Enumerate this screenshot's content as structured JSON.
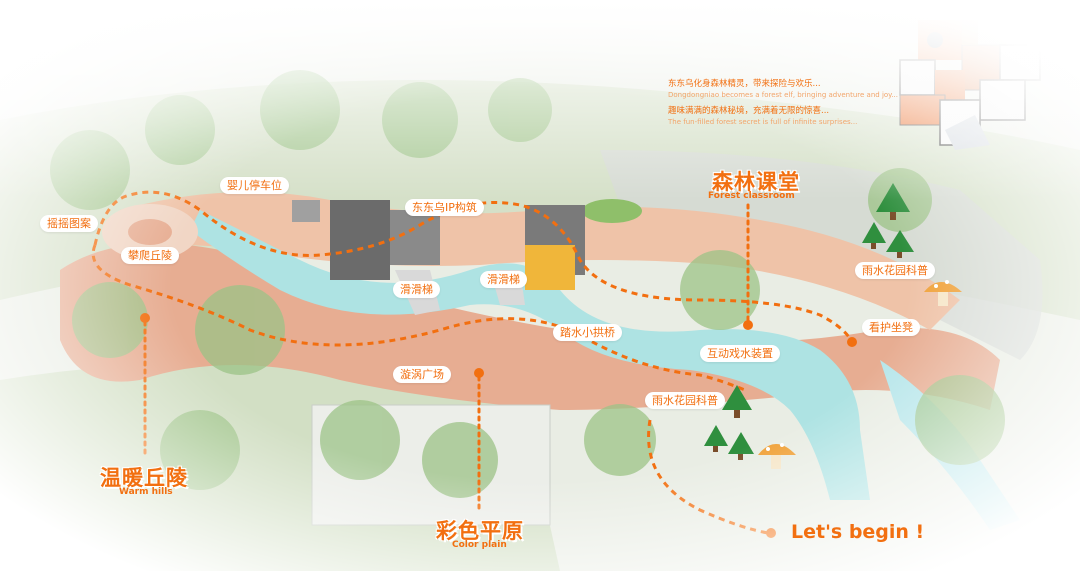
{
  "colors": {
    "accent": "#f26f10",
    "path": "#f26f10",
    "water": "#aee3e3",
    "paving": "#e7ad92",
    "grass": "#8fbf6a",
    "tree": "#2f8f3e",
    "mushroom": "#f0a23a"
  },
  "intro": {
    "line1_cn": "东东乌化身森林精灵，带来探险与欢乐...",
    "line1_en": "Dongdongniao becomes a forest elf, bringing adventure and joy...",
    "line2_cn": "趣味满满的森林秘境，充满着无限的惊喜...",
    "line2_en": "The fun-filled forest secret is full of infinite surprises..."
  },
  "labels": {
    "baby_stroller": "婴儿停车位",
    "swing_circle": "摇摇图案",
    "climbing_hill": "攀爬丘陵",
    "dongdong_structure": "东东乌IP构筑",
    "slide_left": "滑滑梯",
    "slide_right": "滑滑梯",
    "step_bridge": "踏水小拱桥",
    "rain_garden_upper": "雨水花园科普",
    "care_seat": "看护坐凳",
    "water_device": "互动戏水装置",
    "vortex_plaza": "漩涡广场",
    "rain_garden_lower": "雨水花园科普"
  },
  "zones": {
    "forest_classroom_cn": "森林课堂",
    "forest_classroom_en": "Forest classroom",
    "warm_hills_cn": "温暖丘陵",
    "warm_hills_en": "Warm hills",
    "color_plain_cn": "彩色平原",
    "color_plain_en": "Color plain"
  },
  "begin": "Let's begin !",
  "icons": [
    "pine-tree-icon",
    "mushroom-icon",
    "play-structure-icon"
  ]
}
